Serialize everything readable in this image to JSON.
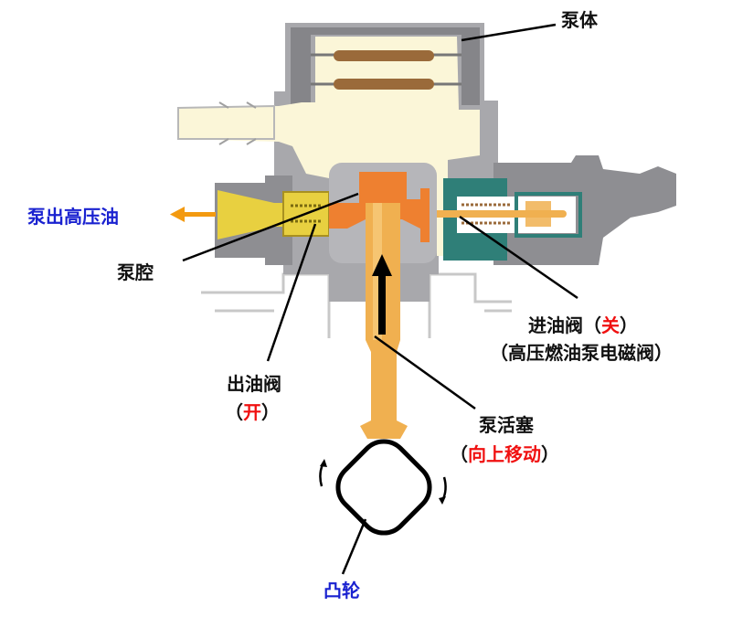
{
  "labels": {
    "pump_body": "泵体",
    "outlet_high_pressure": "泵出高压油",
    "pump_chamber": "泵腔",
    "outlet_valve": "出油阀",
    "outlet_valve_state_open": "（",
    "outlet_valve_state": "开",
    "outlet_valve_state_close": "）",
    "inlet_valve": "进油阀（",
    "inlet_valve_state": "关",
    "inlet_valve_close": "）",
    "inlet_valve_sub": "（高压燃油泵电磁阀）",
    "plunger": "泵活塞",
    "plunger_open": "（",
    "plunger_state": "向上移动",
    "plunger_close": "）",
    "cam": "凸轮"
  },
  "colors": {
    "housing_gray": "#8e8e92",
    "fuel_cream": "#fbf6d8",
    "plunger_gold": "#f0b050",
    "valve_orange": "#ee8030",
    "outlet_yellow": "#e8d040",
    "solenoid_teal": "#2f7f78",
    "flow_arrow": "#f39a10",
    "state_red": "#f01010",
    "accent_blue": "#1a22d0"
  }
}
